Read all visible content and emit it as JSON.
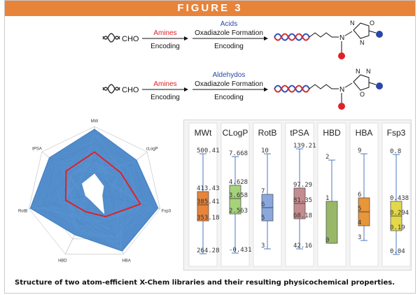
{
  "figure_label": "FIGURE 3",
  "caption": "Structure of two atom-efficient X-Chem libraries and their resulting physicochemical properties.",
  "scheme": {
    "row1": {
      "start_label": "CHO",
      "step1_top": "Amines",
      "step1_bottom": "Encoding",
      "step2_top": "Acids",
      "step2_middle": "Oxadiazole Formation",
      "step2_bottom": "Encoding",
      "ring_atoms": [
        "N",
        "O",
        "N"
      ]
    },
    "row2": {
      "start_label": "CHO",
      "step1_top": "Amines",
      "step1_bottom": "Encoding",
      "step2_top": "Aldehydos",
      "step2_middle": "Oxadiazole Formation",
      "step2_bottom": "Encoding",
      "ring_atoms": [
        "N",
        "N",
        "O"
      ]
    },
    "n_label": "N",
    "colors": {
      "amine_red": "#e0202a",
      "acid_blue": "#2a46a8",
      "dna_red": "#d03030",
      "dna_blue": "#3050c0"
    }
  },
  "radar": {
    "axes": [
      "MW",
      "cLogP",
      "Fsp3",
      "HBA",
      "HBD",
      "RotB",
      "tPSA"
    ],
    "fill_color": "#3f7fc4",
    "highlight_color": "#e0202a"
  },
  "boxplots": [
    {
      "name": "MWt",
      "color": "#e8843a",
      "labels": [
        "500.41",
        "413.43",
        "385.41",
        "353.18",
        "264.28"
      ]
    },
    {
      "name": "CLogP",
      "color": "#a6d27c",
      "labels": [
        "7.668",
        "4.628",
        "3.658",
        "2.563",
        "-0.431"
      ]
    },
    {
      "name": "RotB",
      "color": "#8aa8de",
      "labels": [
        "10",
        "7",
        "6",
        "5",
        "3"
      ]
    },
    {
      "name": "tPSA",
      "color": "#c48c8e",
      "labels": [
        "139.21",
        "97.29",
        "81.35",
        "68.18",
        "42.16"
      ]
    },
    {
      "name": "HBD",
      "color": "#98b868",
      "labels": [
        "2",
        "1",
        "0"
      ]
    },
    {
      "name": "HBA",
      "color": "#e8963a",
      "labels": [
        "9",
        "6",
        "5",
        "4",
        "3"
      ]
    },
    {
      "name": "Fsp3",
      "color": "#e2d84a",
      "labels": [
        "0.8",
        "0.438",
        "0.294",
        "0.19",
        "0.04"
      ]
    }
  ]
}
